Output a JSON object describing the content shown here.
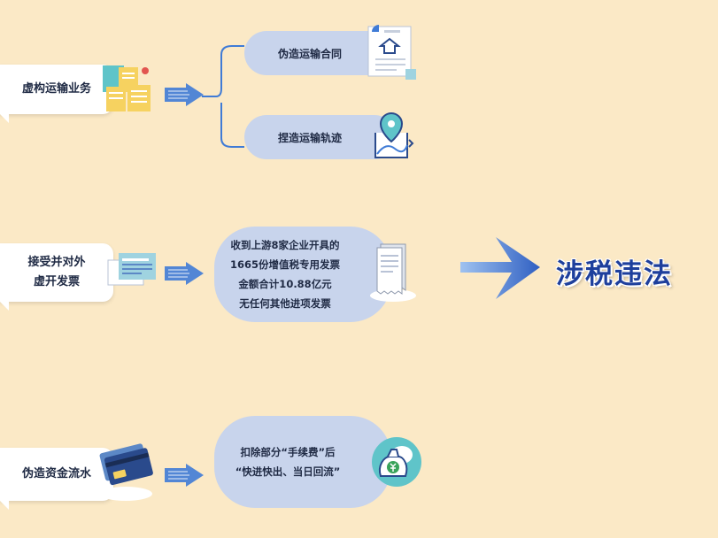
{
  "rows": [
    {
      "source_label": "虚构运输业务",
      "branches": [
        "伪造运输合同",
        "捏造运输轨迹"
      ]
    },
    {
      "source_label_lines": [
        "接受并对外",
        "虚开发票"
      ],
      "detail_lines": [
        "收到上游8家企业开具的",
        "1665份增值税专用发票",
        "金额合计10.88亿元",
        "无任何其他进项发票"
      ]
    },
    {
      "source_label": "伪造资金流水",
      "detail_lines": [
        "扣除部分“手续费”后",
        "“快进快出、当日回流”"
      ]
    }
  ],
  "result_title": "涉税违法",
  "colors": {
    "background": "#fbe9c6",
    "pill": "#c8d4ec",
    "arrow_blue": "#3f7bd6",
    "title_blue": "#1e3f9c"
  },
  "icons": [
    "documents-icon",
    "contract-icon",
    "map-pin-icon",
    "invoice-icon",
    "receipt-icon",
    "bank-card-icon",
    "money-bag-icon"
  ]
}
